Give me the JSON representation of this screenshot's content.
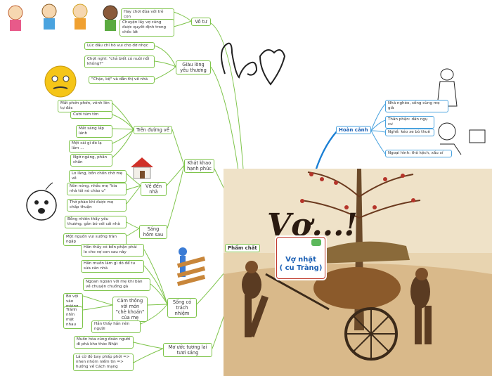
{
  "center": {
    "title": "Vợ...!",
    "label": "Vợ nhặt\n( cu Tràng)"
  },
  "main_branches": {
    "pham_chat": "Phẩm chất",
    "hoan_canh": "Hoàn cảnh"
  },
  "decorations": {
    "love": "Love"
  },
  "hoan_canh_items": [
    "Nhà nghèo, sống cùng mẹ già",
    "Thân phận: dân ngụ cư",
    "Nghề: kéo xe bò thuê",
    "Ngoại hình: thô kệch, xấu xí"
  ],
  "groups": [
    {
      "label": "Vô tư",
      "items": [
        "Hay chơi đùa với trẻ con",
        "Chuyện lấy vợ cũng được quyết định trong chốc lát"
      ]
    },
    {
      "label": "Giàu lòng yêu thương",
      "items": [
        "Lúc đầu chỉ hò vui cho đỡ nhọc",
        "Chợt nghĩ: \"chả biết có nuôi nổi không?\"",
        "\"Chặc, kệ\" và dẫn thị về nhà"
      ]
    },
    {
      "label": "Khát khao hạnh phúc",
      "sub": [
        {
          "label": "Trên đường về",
          "items": [
            "Mất phởn phởn, vênh lên tự đắc",
            "Cười tủm tỉm",
            "Mắt sáng lấp lánh",
            "Một cái gì đó lạ lắm ...",
            "Ngờ ngàng, phân chấn"
          ]
        },
        {
          "label": "Về đến nhà",
          "items": [
            "Lo lắng, bồn chồn chờ mẹ về",
            "Nôn nóng, nhắc mẹ \"kia nhà tôi nó chào u\"",
            "Thở phào khi được mẹ chấp thuận"
          ]
        },
        {
          "label": "Sáng hôm sau",
          "items": [
            "Bỗng nhiên thấy yêu thương, gắn bó với cái nhà",
            "Một nguồn vui sướng tràn ngập"
          ]
        }
      ]
    },
    {
      "label": "Sống có trách nhiệm",
      "items": [
        "Hắn thấy có bổn phận phải lo cho vợ con sau này",
        "Hắn muốn làm gì đó để tu sửa căn nhà",
        "Ngoan ngoãn với mẹ khi bàn về chuyện chuồng gà",
        "Hắn thấy hắn nên người"
      ],
      "sub": [
        {
          "label": "Cảm thông với món \"chè khoán\" của mẹ",
          "items": [
            "Bỏ vội vào miệng",
            "Tránh nhìn mặt nhau"
          ]
        }
      ]
    },
    {
      "label": "Mơ ước tương lai tươi sáng",
      "items": [
        "Muốn hòa cùng đoàn người đi phá kho thóc Nhật",
        "Lá cờ đỏ bay phấp phới => nhen nhóm niềm tin => hướng về Cách mạng"
      ]
    }
  ],
  "colors": {
    "branch_green": "#7ec44a",
    "branch_blue": "#1a7fd4",
    "center_border": "#c0392b",
    "center_text": "#1a5fb4"
  }
}
